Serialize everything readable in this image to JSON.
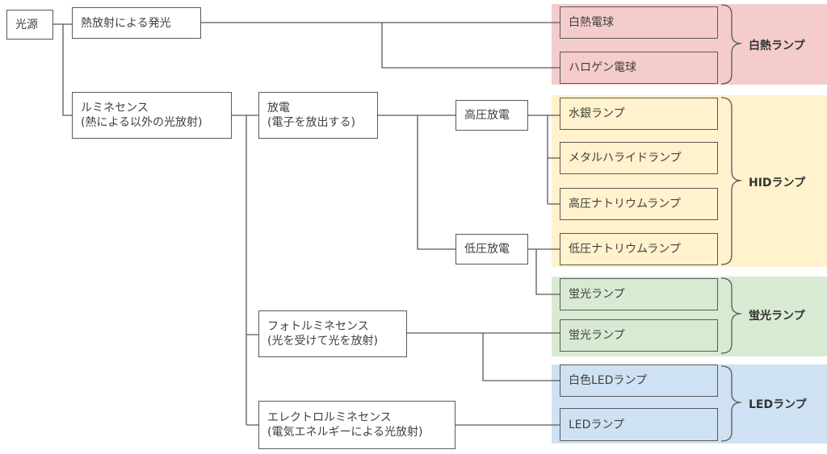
{
  "nodes": {
    "light_source": "光源",
    "thermal": "熱放射による発光",
    "luminescence": [
      "ルミネセンス",
      "(熱による以外の光放射)"
    ],
    "discharge": [
      "放電",
      "(電子を放出する)"
    ],
    "high_pressure": "高圧放電",
    "low_pressure": "低圧放電",
    "photo": [
      "フォトルミネセンス",
      "(光を受けて光を放射)"
    ],
    "electro": [
      "エレクトロルミネセンス",
      "(電気エネルギーによる光放射)"
    ]
  },
  "lamps": {
    "incandescent": "白熱電球",
    "halogen": "ハロゲン電球",
    "mercury": "水銀ランプ",
    "metal_halide": "メタルハライドランプ",
    "hp_sodium": "高圧ナトリウムランプ",
    "lp_sodium": "低圧ナトリウムランプ",
    "fluorescent_1": "蛍光ランプ",
    "fluorescent_2": "蛍光ランプ",
    "white_led": "白色LEDランプ",
    "led": "LEDランプ"
  },
  "groups": {
    "incandescent": "白熱ランプ",
    "hid": "HIDランプ",
    "fluorescent": "蛍光ランプ",
    "led": "LEDランプ"
  },
  "colors": {
    "incandescent_band": "#f4cccc",
    "hid_band": "#fff2cc",
    "fluorescent_band": "#d9ead3",
    "led_band": "#cfe2f3"
  }
}
